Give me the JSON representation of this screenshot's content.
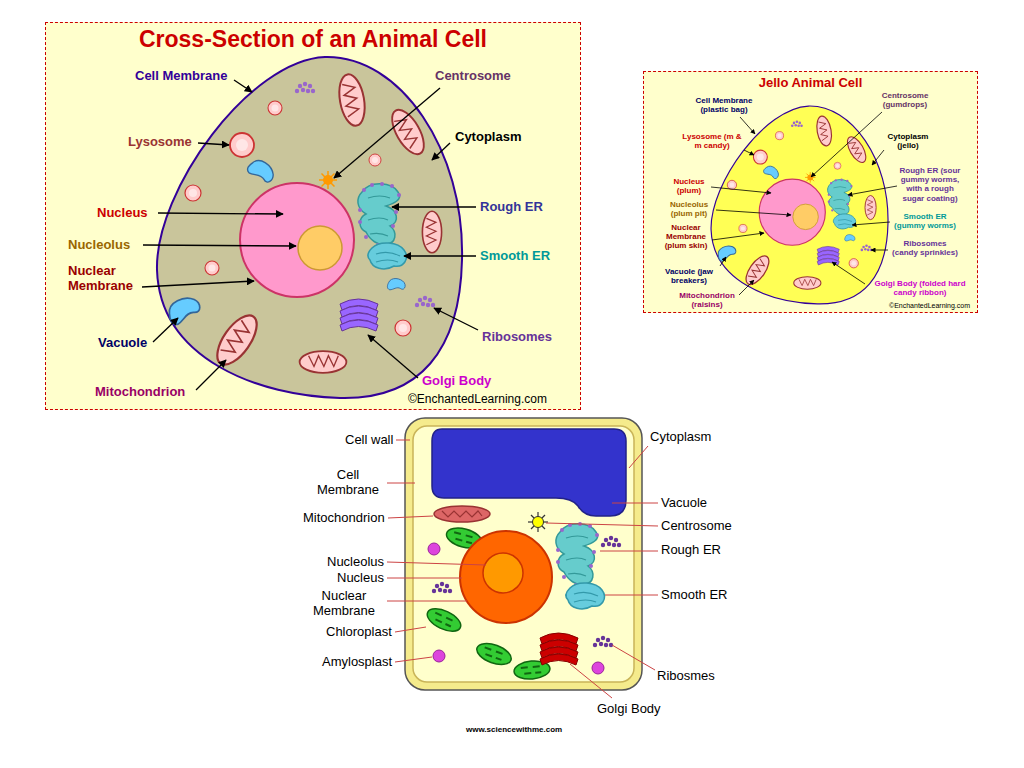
{
  "diagram": {
    "nodes": [
      {
        "text": [
          "Cross-Section of an Animal Cell"
        ]
      },
      {
        "text": [
          "Jello Animal Cell"
        ]
      }
    ],
    "labels": [
      "Cell Membrane",
      "Centrosome",
      "Lysosome",
      "Cytoplasm",
      "Nucleus",
      "Rough ER",
      "Nucleolus",
      "Smooth ER",
      "Nuclear Membrane",
      "Vacuole",
      "Ribosomes",
      "Mitochondrion",
      "Golgi Body",
      "©EnchantedLearning.com",
      "Cell Membrane (plastic bag)",
      "Centrosome (gumdrops)",
      "Lysosome (m & m candy)",
      "Cytoplasm (jello)",
      "Rough ER (sour gummy worms, with a rough sugar coating)",
      "Nucleus (plum)",
      "Nucleolus (plum pit)",
      "Smooth ER (gummy worms)",
      "Nuclear Membrane (plum skin)",
      "Ribosomes (candy sprinkles)",
      "Vacuole (jaw breakers)",
      "Mitochondrion (raisins)",
      "Golgi Body (folded hard candy ribbon)",
      "©EnchantedLearning.com",
      "Cell wall",
      "Cytoplasm",
      "Cell Membrane",
      "Vacuole",
      "Mitochondrion",
      "Centrosome",
      "Nucleolus",
      "Rough ER",
      "Nucleus",
      "Nuclear Membrane",
      "Smooth ER",
      "Chloroplast",
      "Amylosplast",
      "Ribosmes",
      "Golgi Body",
      "www.sciencewithme.com"
    ]
  }
}
